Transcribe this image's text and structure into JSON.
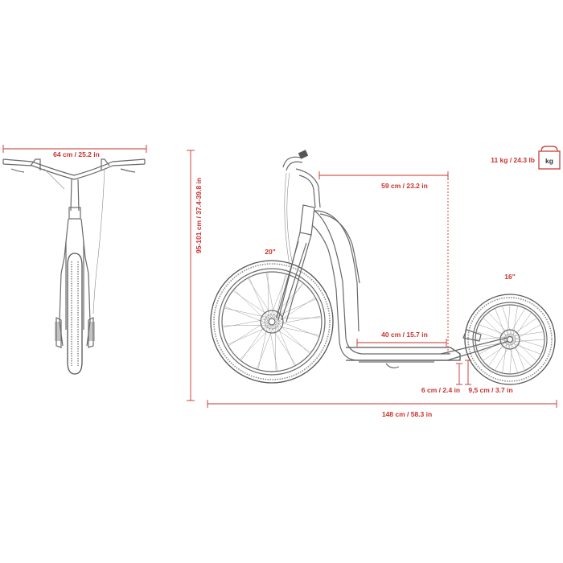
{
  "dimensions": {
    "handlebar_width": "64 cm / 25.2 in",
    "handlebar_height": "95-101 cm / 37.4-39.8 in",
    "front_wheel": "20\"",
    "rear_wheel": "16\"",
    "reach": "59 cm / 23.2 in",
    "deck_length": "40 cm / 15.7 in",
    "deck_clearance": "6 cm / 2.4 in",
    "rear_clearance": "9,5 cm / 3.7 in",
    "total_length": "148 cm / 58.3 in",
    "weight": "11 kg / 24.3 lb",
    "weight_unit": "kg"
  },
  "colors": {
    "dimension": "#c8302a",
    "outline": "#6a6a6a"
  }
}
